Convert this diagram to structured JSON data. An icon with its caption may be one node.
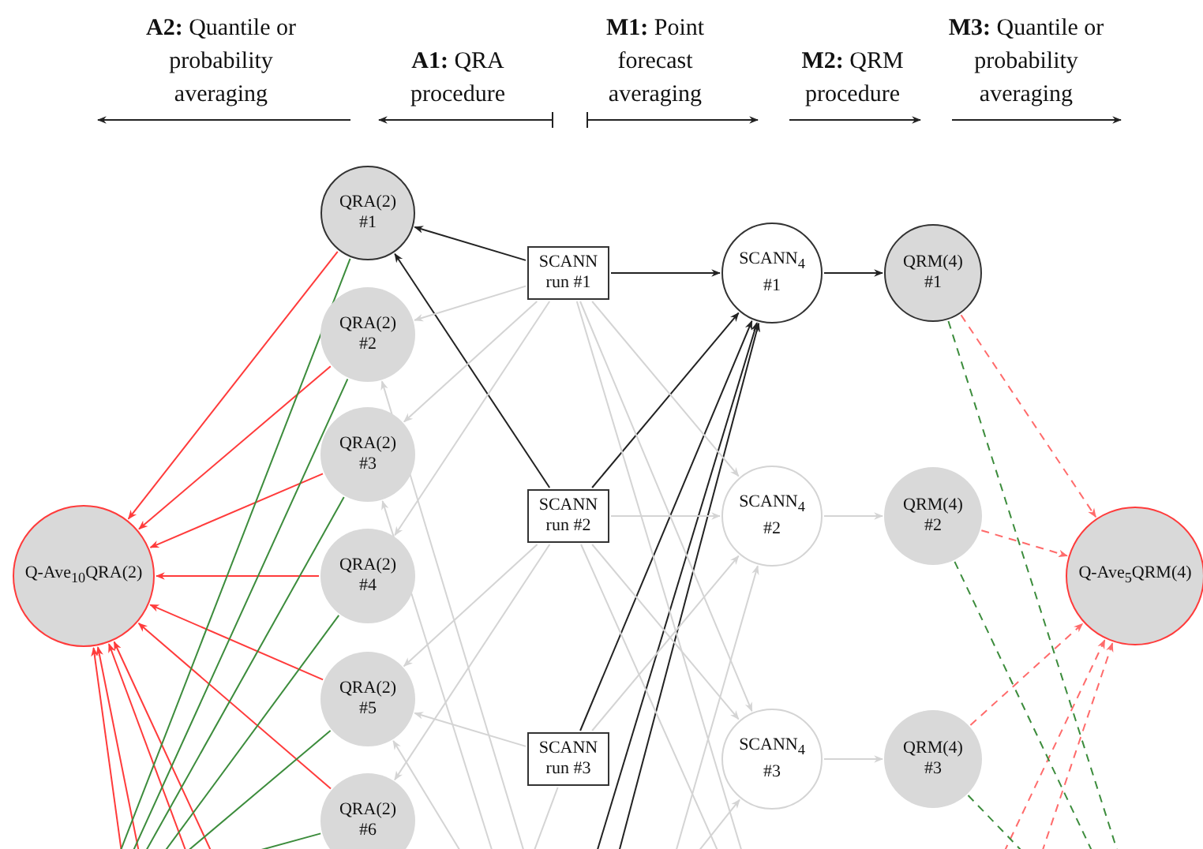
{
  "diagram": {
    "nodes": [
      {
        "text": [
          "QRA(2) #1"
        ]
      },
      {
        "text": [
          "QRA(2) #2"
        ]
      },
      {
        "text": [
          "QRA(2) #3"
        ]
      },
      {
        "text": [
          "QRA(2) #4"
        ]
      },
      {
        "text": [
          "QRA(2) #5"
        ]
      },
      {
        "text": [
          "QRA(2) #6"
        ]
      },
      {
        "text": [
          "Q-Ave$_{10}$QRA(2)"
        ]
      },
      {
        "text": [
          "SCANN run #1"
        ]
      },
      {
        "text": [
          "SCANN run #2"
        ]
      },
      {
        "text": [
          "SCANN run #3"
        ]
      },
      {
        "text": [
          "SCANN$_{4}$ #1"
        ]
      },
      {
        "text": [
          "SCANN$_{4}$ #2"
        ]
      },
      {
        "text": [
          "SCANN$_{4}$ #3"
        ]
      },
      {
        "text": [
          "QRM(4) #1"
        ]
      },
      {
        "text": [
          "QRM(4) #2"
        ]
      },
      {
        "text": [
          "QRM(4) #3"
        ]
      },
      {
        "text": [
          "Q-Ave$_{5}$QRM(4)"
        ]
      }
    ],
    "edges": [
      {
        "from": 7,
        "to": 0,
        "arrow": "to",
        "color": "#222222"
      },
      {
        "from": 8,
        "to": 0,
        "arrow": "to",
        "color": "#222222"
      },
      {
        "from": 7,
        "to": 10,
        "arrow": "to",
        "color": "#222222"
      },
      {
        "from": 8,
        "to": 10,
        "arrow": "to",
        "color": "#222222"
      },
      {
        "from": 9,
        "to": 10,
        "arrow": "to",
        "color": "#222222"
      },
      {
        "from": null,
        "to": 10,
        "arrow": "to",
        "color": "#222222"
      },
      {
        "from": null,
        "to": 10,
        "arrow": "to",
        "color": "#222222"
      },
      {
        "from": 10,
        "to": 13,
        "arrow": "to",
        "color": "#222222"
      },
      {
        "from": 7,
        "to": 1,
        "arrow": "to",
        "color": "#d4d4d4"
      },
      {
        "from": 7,
        "to": 2,
        "arrow": "to",
        "color": "#d4d4d4"
      },
      {
        "from": 7,
        "to": 3,
        "arrow": "to",
        "color": "#d4d4d4"
      },
      {
        "from": 8,
        "to": 4,
        "arrow": "to",
        "color": "#d4d4d4"
      },
      {
        "from": 9,
        "to": 4,
        "arrow": "to",
        "color": "#d4d4d4"
      },
      {
        "from": 8,
        "to": 5,
        "arrow": "to",
        "color": "#d4d4d4"
      },
      {
        "from": 8,
        "to": 11,
        "arrow": "to",
        "color": "#d4d4d4"
      },
      {
        "from": 11,
        "to": 14,
        "arrow": "to",
        "color": "#d4d4d4"
      },
      {
        "from": 12,
        "to": 15,
        "arrow": "to",
        "color": "#d4d4d4"
      },
      {
        "from": 7,
        "to": 11,
        "arrow": "to",
        "color": "#d4d4d4"
      },
      {
        "from": 7,
        "to": 12,
        "arrow": "to",
        "color": "#d4d4d4"
      },
      {
        "from": 8,
        "to": 12,
        "arrow": "to",
        "color": "#d4d4d4"
      },
      {
        "from": 9,
        "to": 11,
        "arrow": "to",
        "color": "#d4d4d4"
      },
      {
        "from": null,
        "to": 1,
        "arrow": "to",
        "color": "#d4d4d4"
      },
      {
        "from": null,
        "to": 2,
        "arrow": "to",
        "color": "#d4d4d4"
      },
      {
        "from": null,
        "to": 4,
        "arrow": "to",
        "color": "#d4d4d4"
      },
      {
        "from": null,
        "to": 11,
        "arrow": "to",
        "color": "#d4d4d4"
      },
      {
        "from": null,
        "to": 12,
        "arrow": "to",
        "color": "#d4d4d4"
      },
      {
        "from": 7,
        "to": null,
        "arrow": "none",
        "color": "#d4d4d4"
      },
      {
        "from": 8,
        "to": null,
        "arrow": "none",
        "color": "#d4d4d4"
      },
      {
        "from": 9,
        "to": null,
        "arrow": "none",
        "color": "#d4d4d4"
      },
      {
        "from": 0,
        "to": 6,
        "arrow": "to",
        "color": "#ff3b3b"
      },
      {
        "from": 1,
        "to": 6,
        "arrow": "to",
        "color": "#ff3b3b"
      },
      {
        "from": 2,
        "to": 6,
        "arrow": "to",
        "color": "#ff3b3b"
      },
      {
        "from": 3,
        "to": 6,
        "arrow": "to",
        "color": "#ff3b3b"
      },
      {
        "from": 4,
        "to": 6,
        "arrow": "to",
        "color": "#ff3b3b"
      },
      {
        "from": 5,
        "to": 6,
        "arrow": "to",
        "color": "#ff3b3b"
      },
      {
        "from": null,
        "to": 6,
        "arrow": "to",
        "color": "#ff3b3b"
      },
      {
        "from": null,
        "to": 6,
        "arrow": "to",
        "color": "#ff3b3b"
      },
      {
        "from": null,
        "to": 6,
        "arrow": "to",
        "color": "#ff3b3b"
      },
      {
        "from": null,
        "to": 6,
        "arrow": "to",
        "color": "#ff3b3b"
      },
      {
        "from": 0,
        "to": null,
        "arrow": "none",
        "color": "#3c8c3c"
      },
      {
        "from": 1,
        "to": null,
        "arrow": "none",
        "color": "#3c8c3c"
      },
      {
        "from": 2,
        "to": null,
        "arrow": "none",
        "color": "#3c8c3c"
      },
      {
        "from": 3,
        "to": null,
        "arrow": "none",
        "color": "#3c8c3c"
      },
      {
        "from": 4,
        "to": null,
        "arrow": "none",
        "color": "#3c8c3c"
      },
      {
        "from": 5,
        "to": null,
        "arrow": "none",
        "color": "#3c8c3c"
      },
      {
        "from": 13,
        "to": 16,
        "arrow": "to",
        "style": "dashed",
        "color": "#ff6b6b"
      },
      {
        "from": 14,
        "to": 16,
        "arrow": "to",
        "style": "dashed",
        "color": "#ff6b6b"
      },
      {
        "from": 15,
        "to": 16,
        "arrow": "to",
        "style": "dashed",
        "color": "#ff6b6b"
      },
      {
        "from": null,
        "to": 16,
        "arrow": "to",
        "style": "dashed",
        "color": "#ff6b6b"
      },
      {
        "from": null,
        "to": 16,
        "arrow": "to",
        "style": "dashed",
        "color": "#ff6b6b"
      },
      {
        "from": 13,
        "to": null,
        "arrow": "none",
        "style": "dashed",
        "color": "#3c8c3c"
      },
      {
        "from": 14,
        "to": null,
        "arrow": "none",
        "style": "dashed",
        "color": "#3c8c3c"
      },
      {
        "from": 15,
        "to": null,
        "arrow": "none",
        "style": "dashed",
        "color": "#3c8c3c"
      }
    ],
    "labels": [
      "**A2:** Quantile or probability averaging",
      "**A1:** QRA procedure",
      "**M1:** Point forecast averaging",
      "**M2:** QRM procedure",
      "**M3:** Quantile or probability averaging"
    ]
  }
}
